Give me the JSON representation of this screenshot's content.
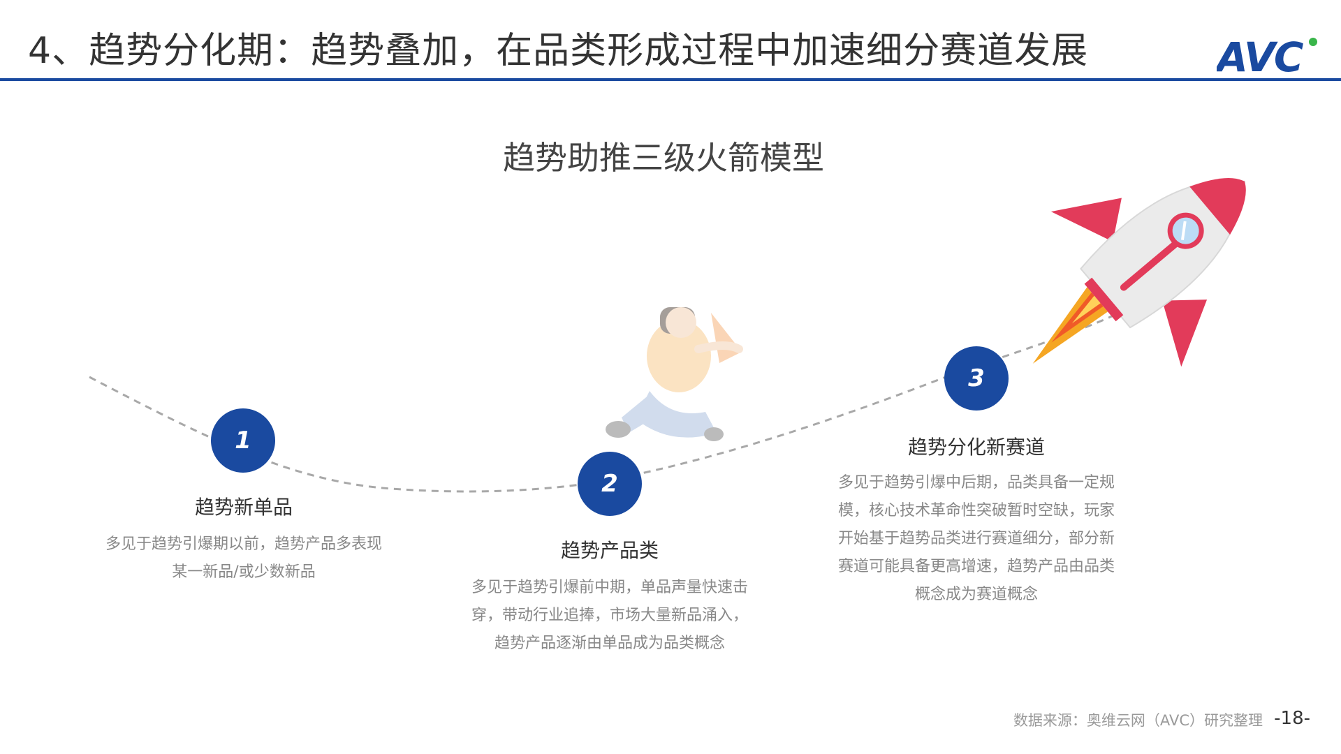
{
  "header": {
    "title": "4、趋势分化期：趋势叠加，在品类形成过程中加速细分赛道发展"
  },
  "logo": {
    "text": "AVC",
    "color": "#1a4aa0",
    "dot_color": "#39b54a"
  },
  "model": {
    "title": "趋势助推三级火箭模型"
  },
  "stages": [
    {
      "number": "1",
      "title": "趋势新单品",
      "desc": [
        "多见于趋势引爆期以前，趋势产品多表现",
        "某一新品/或少数新品"
      ]
    },
    {
      "number": "2",
      "title": "趋势产品类",
      "desc": [
        "多见于趋势引爆前中期，单品声量快速击",
        "穿，带动行业追捧，市场大量新品涌入，",
        "趋势产品逐渐由单品成为品类概念"
      ]
    },
    {
      "number": "3",
      "title": "趋势分化新赛道",
      "desc": [
        "多见于趋势引爆中后期，品类具备一定规",
        "模，核心技术革命性突破暂时空缺，玩家",
        "开始基于趋势品类进行赛道细分，部分新",
        "赛道可能具备更高增速，趋势产品由品类",
        "概念成为赛道概念"
      ]
    }
  ],
  "footer": {
    "source": "数据来源：奥维云网（AVC）研究整理",
    "page": "-18-"
  },
  "colors": {
    "accent": "#1a4aa0",
    "rocket_red": "#e23b5a",
    "flame_orange": "#f5a623"
  }
}
